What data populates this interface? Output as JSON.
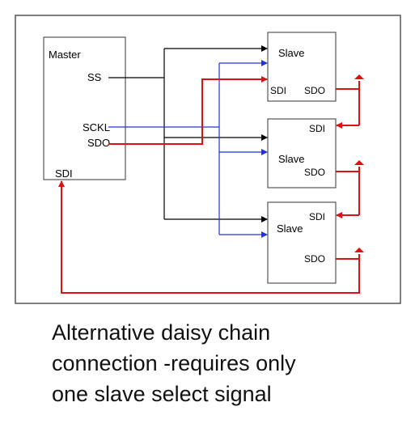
{
  "master": {
    "title": "Master",
    "ss_label": "SS",
    "sckl_label": "SCKL",
    "sdo_label": "SDO",
    "sdi_label": "SDI"
  },
  "slaves": [
    {
      "title": "Slave",
      "sdi_label": "SDI",
      "sdo_label": "SDO"
    },
    {
      "title": "Slave",
      "sdi_label": "SDI",
      "sdo_label": "SDO"
    },
    {
      "title": "Slave",
      "sdi_label": "SDI",
      "sdo_label": "SDO"
    }
  ],
  "caption": {
    "line1": "Alternative daisy chain",
    "line2": "connection -requires only",
    "line3": "one slave select signal"
  },
  "colors": {
    "select_line": "#000000",
    "clock_line": "#2233dd",
    "data_line": "#dd1111",
    "frame_border": "#555555"
  }
}
